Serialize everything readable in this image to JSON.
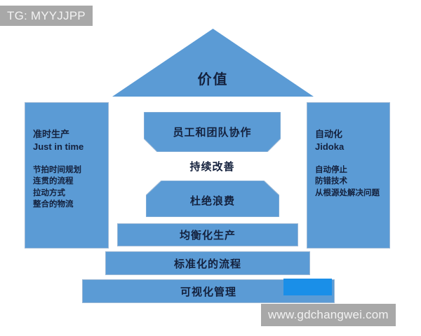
{
  "page": {
    "title": "精益生产房屋模型 (TPS House)",
    "background_color": "#ffffff",
    "accent_color": "#5b9bd5",
    "text_color": "#14213d",
    "highlight_color": "#1a8fe8",
    "watermark_color": "#a8a8a8"
  },
  "watermarks": {
    "top_left": "TG: MYYJJPP",
    "bottom_right": "www.gdchangwei.com"
  },
  "roof": {
    "label": "价值",
    "shape": "triangle"
  },
  "pillars": {
    "left": {
      "title": "准时生产\nJust in time",
      "body": "节拍时间规划\n连贯的流程\n拉动方式\n整合的物流"
    },
    "right": {
      "title": "自动化\nJidoka",
      "body": "自动停止\n防错技术\n从根源处解决问题"
    }
  },
  "center": {
    "teamwork": {
      "label": "员工和团队协作",
      "shape": "trapezoid-bottom-cut"
    },
    "kaizen": {
      "label": "持续改善",
      "shape": "text-only"
    },
    "waste": {
      "label": "杜绝浪费",
      "shape": "trapezoid-top-cut"
    }
  },
  "base_bars": [
    {
      "label": "均衡化生产"
    },
    {
      "label": "标准化的流程"
    },
    {
      "label": "可视化管理"
    }
  ]
}
